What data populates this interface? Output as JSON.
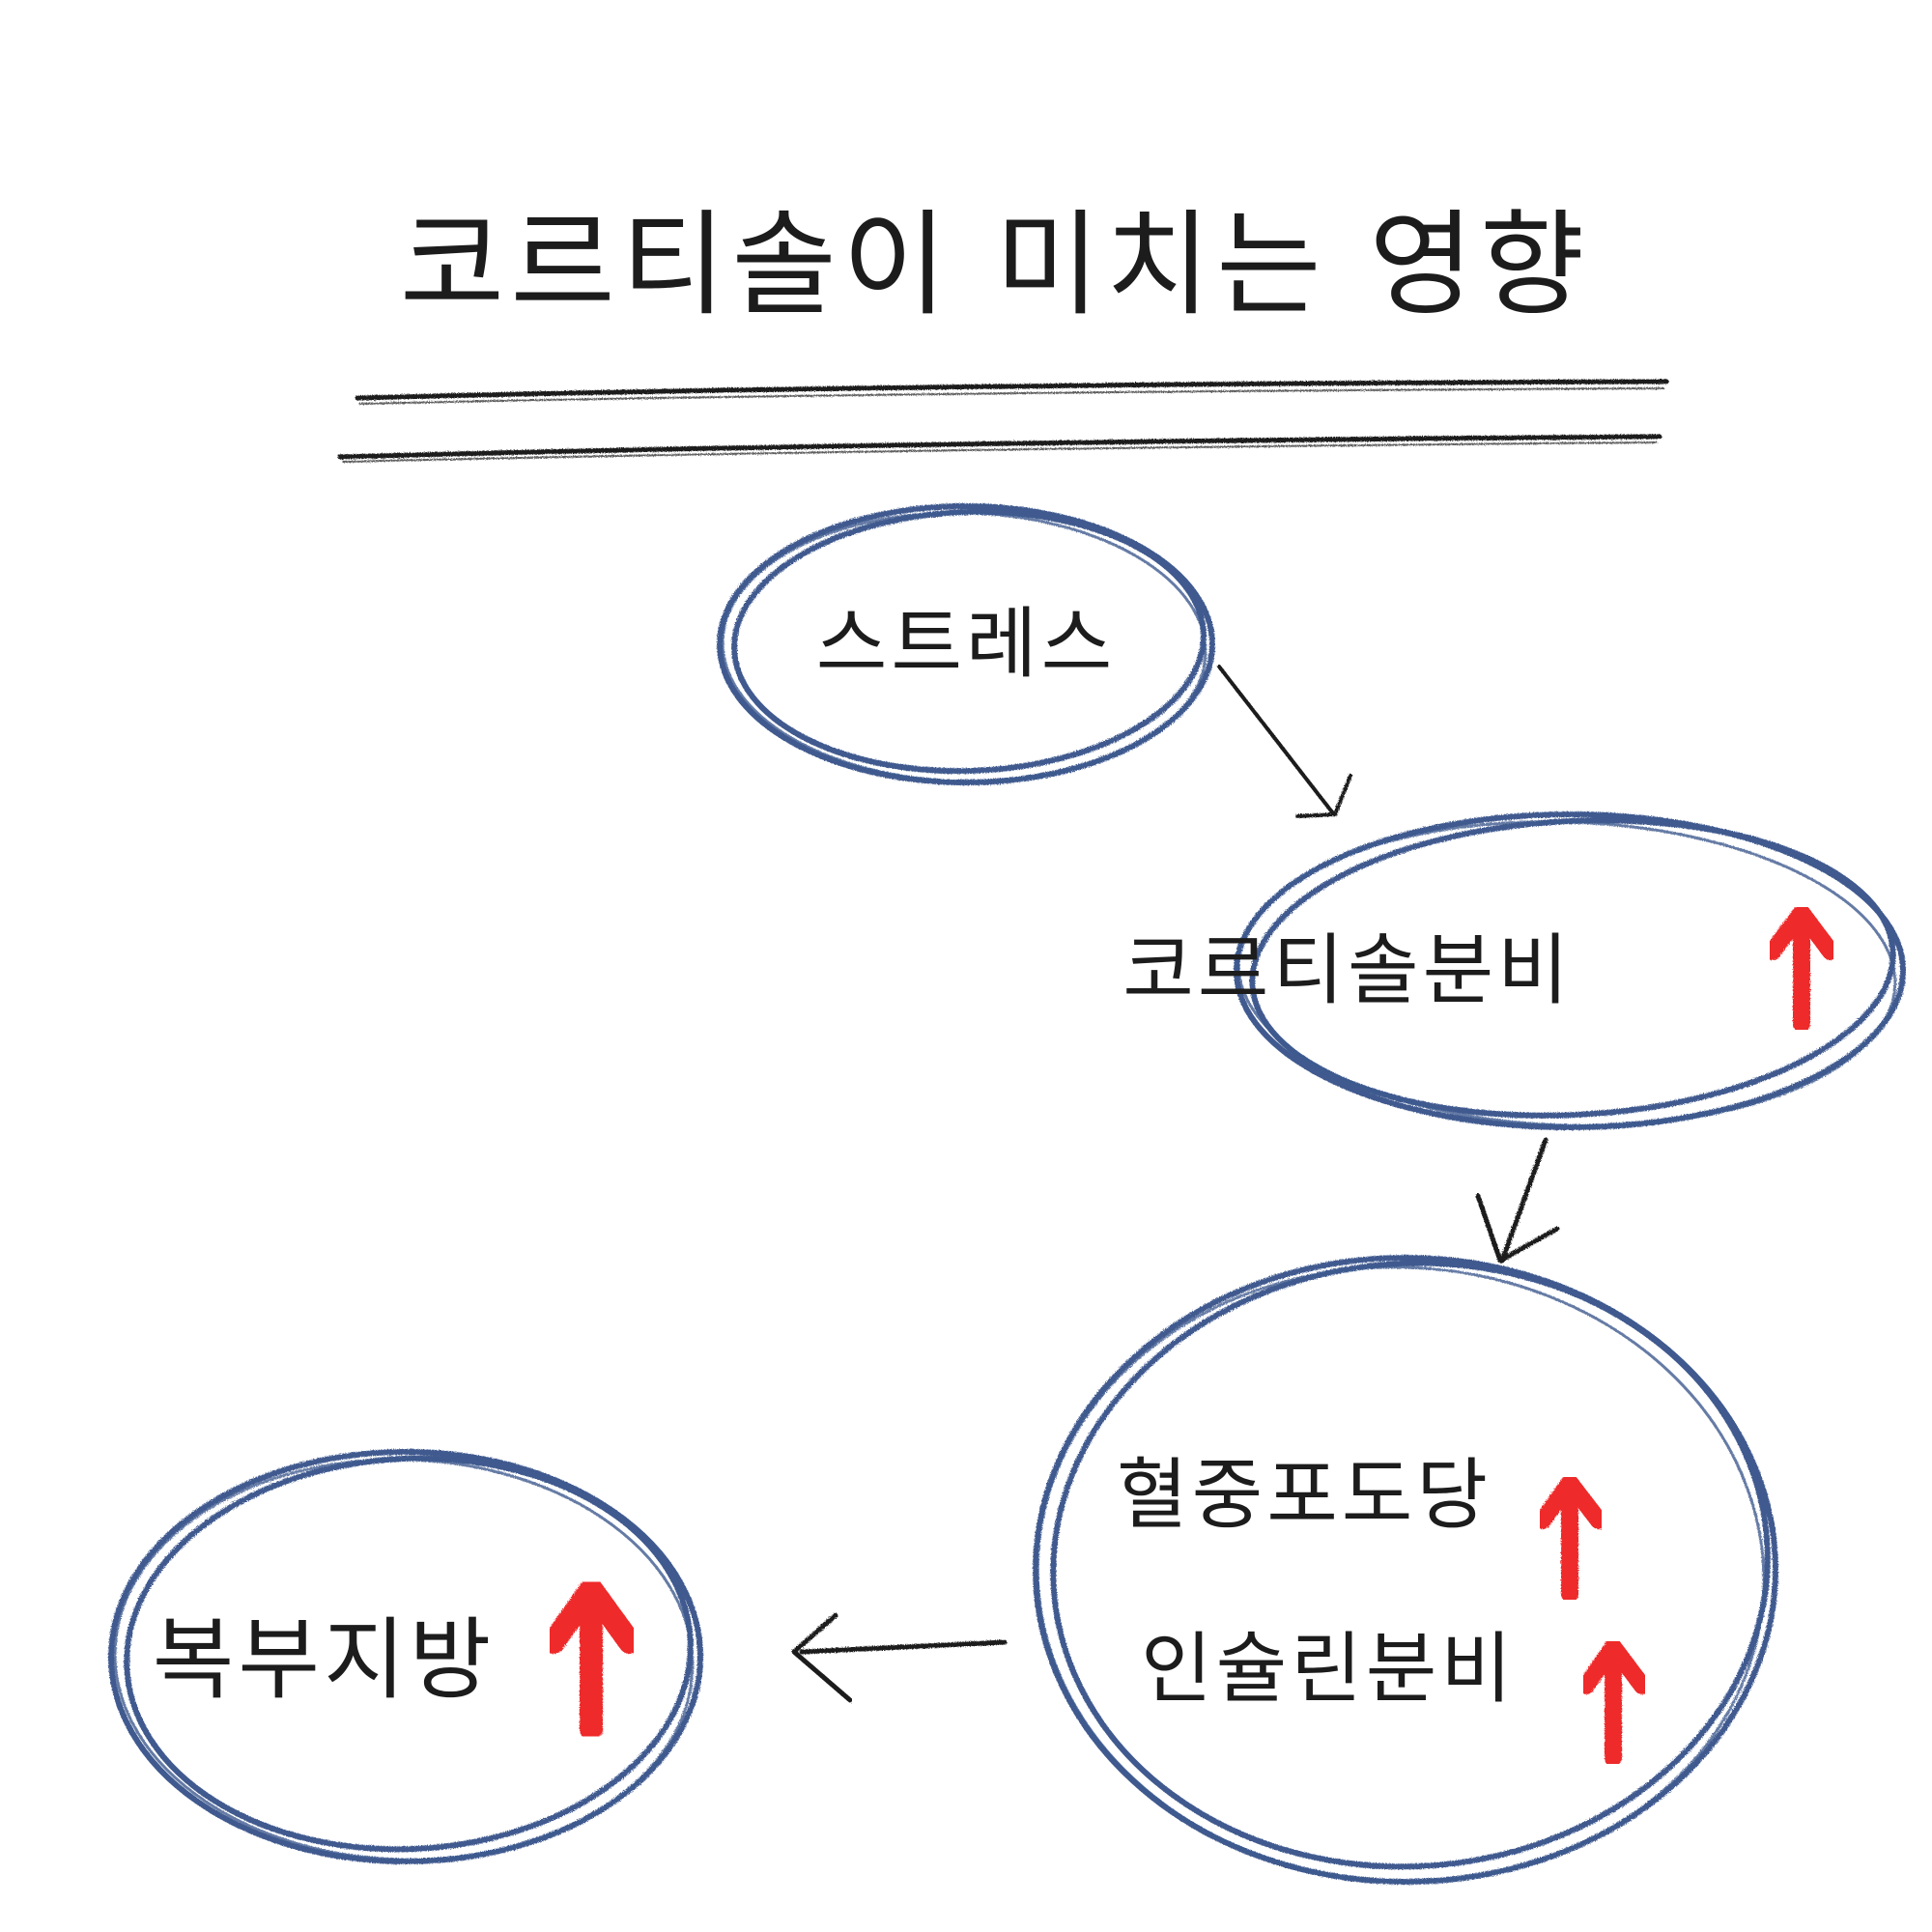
{
  "title": "코르티솔이 미치는 영향",
  "nodes": {
    "stress": {
      "label": "스트레스"
    },
    "cortisol": {
      "label": "코르티솔분비",
      "trend": "up"
    },
    "metabolic": {
      "lines": [
        {
          "label": "혈중포도당",
          "trend": "up"
        },
        {
          "label": "인슐린분비",
          "trend": "up"
        }
      ]
    },
    "belly_fat": {
      "label": "복부지방",
      "trend": "up"
    }
  },
  "edges": [
    {
      "from": "stress",
      "to": "cortisol"
    },
    {
      "from": "cortisol",
      "to": "metabolic"
    },
    {
      "from": "metabolic",
      "to": "belly_fat"
    }
  ],
  "colors": {
    "ink": "#1c1c1c",
    "circle": "#3f5a8f",
    "up_arrow": "#ee2a2a",
    "background": "#ffffff"
  },
  "icons": {
    "trend_up": "red-up-arrow-icon"
  }
}
